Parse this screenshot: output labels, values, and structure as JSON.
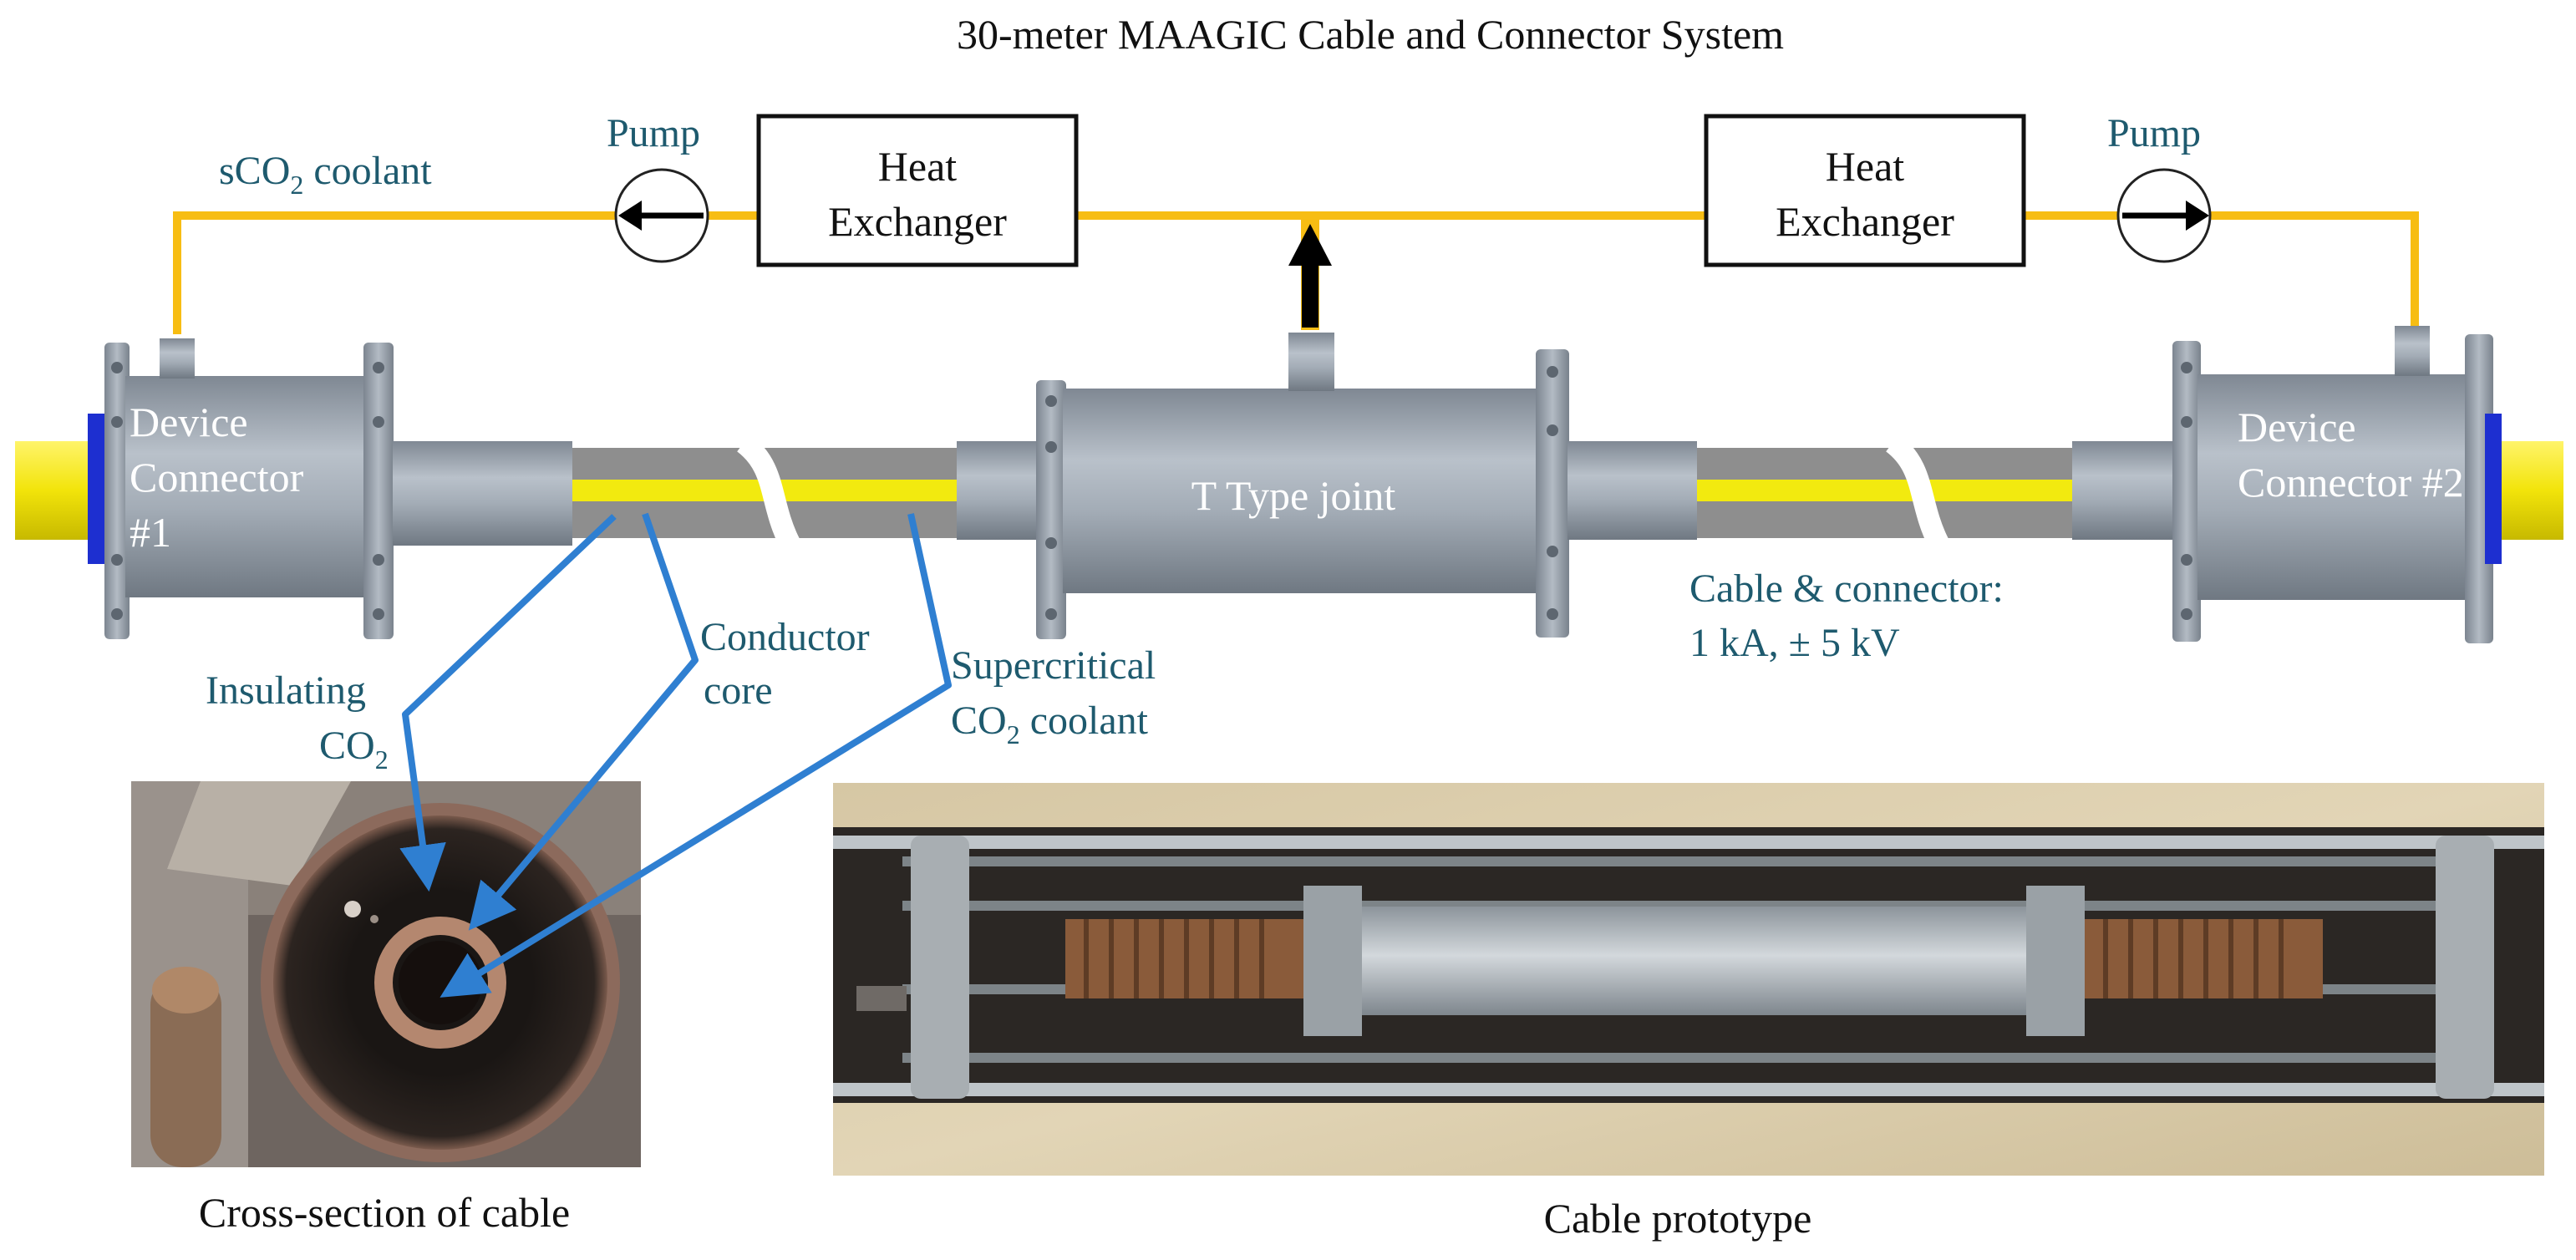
{
  "title": "30-meter MAAGIC Cable and Connector System",
  "colors": {
    "coolant_line": "#F7BD13",
    "label_text": "#1E5A6E",
    "arrow_blue": "#2F7FD1",
    "metal": "#A9B1BA",
    "cable_gray": "#8E8E8E",
    "conductor_yellow": "#F2EA0F"
  },
  "schematic": {
    "coolant_label": {
      "prefix": "sCO",
      "sub": "2",
      "suffix": " coolant"
    },
    "pumps": [
      {
        "label": "Pump",
        "direction": "left"
      },
      {
        "label": "Pump",
        "direction": "right"
      }
    ],
    "heat_exchangers": [
      {
        "line1": "Heat",
        "line2": "Exchanger"
      },
      {
        "line1": "Heat",
        "line2": "Exchanger"
      }
    ],
    "device_connector_1": {
      "line1": "Device",
      "line2": "Connector",
      "line3": "#1"
    },
    "device_connector_2": {
      "line1": "Device",
      "line2": "Connector #2"
    },
    "t_joint_label": "T Type joint",
    "rating": {
      "line1": "Cable & connector:",
      "line2": "1 kA, ± 5 kV"
    },
    "annotations": {
      "insulating": {
        "line1": "Insulating",
        "line2_prefix": "CO",
        "line2_sub": "2"
      },
      "conductor": {
        "line1": "Conductor",
        "line2": "core"
      },
      "supercritical": {
        "line1": "Supercritical",
        "line2_prefix": "CO",
        "line2_sub": "2",
        "line2_suffix": " coolant"
      }
    }
  },
  "photos": {
    "cross_section_caption": "Cross-section of cable",
    "prototype_caption": "Cable prototype"
  }
}
